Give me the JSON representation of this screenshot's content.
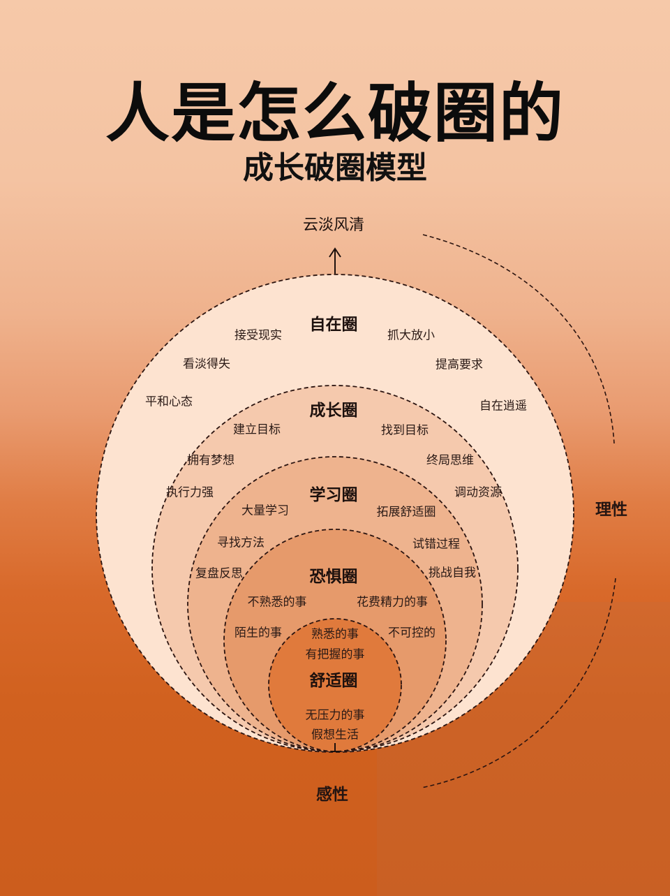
{
  "header": {
    "title": "人是怎么破圈的",
    "subtitle": "成长破圈模型"
  },
  "top_goal": "云淡风清",
  "axis": {
    "rational": "理性",
    "emotional": "感性"
  },
  "colors": {
    "bg_top": "#f6c9a9",
    "bg_bottom": "#cc5d1d",
    "ring_zizai": "#fde3d0",
    "ring_chengzhang": "#f5c9ad",
    "ring_xuexi": "#eeb38e",
    "ring_kongju": "#e69a6b",
    "ring_shushi": "#e07a3c",
    "dash": "#2b1410"
  },
  "rings": [
    {
      "title": "自在圈",
      "items": [
        "接受现实",
        "抓大放小",
        "看淡得失",
        "提高要求",
        "平和心态",
        "自在逍遥"
      ]
    },
    {
      "title": "成长圈",
      "items": [
        "建立目标",
        "找到目标",
        "拥有梦想",
        "终局思维",
        "执行力强",
        "调动资源"
      ]
    },
    {
      "title": "学习圈",
      "items": [
        "大量学习",
        "拓展舒适圈",
        "寻找方法",
        "试错过程",
        "复盘反思",
        "挑战自我"
      ]
    },
    {
      "title": "恐惧圈",
      "items": [
        "不熟悉的事",
        "花费精力的事",
        "陌生的事",
        "不可控的"
      ]
    },
    {
      "title": "舒适圈",
      "items": [
        "熟悉的事",
        "有把握的事",
        "无压力的事",
        "假想生活"
      ]
    }
  ]
}
